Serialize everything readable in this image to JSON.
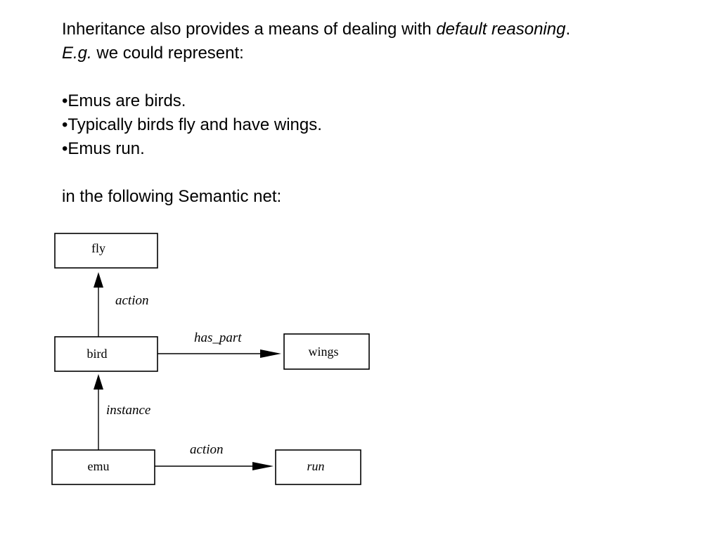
{
  "slide": {
    "intro_line1_prefix": "Inheritance also provides a means of dealing with ",
    "intro_line1_emphasis": "default reasoning",
    "intro_line1_suffix": ".",
    "intro_line2_emphasis": "E.g.",
    "intro_line2_rest": " we could represent:",
    "bullets": [
      "•Emus are birds.",
      "•Typically birds fly and have wings.",
      "•Emus run."
    ],
    "outro": "in the following Semantic net:"
  },
  "semantic_net": {
    "nodes": {
      "fly": "fly",
      "bird": "bird",
      "wings": "wings",
      "emu": "emu",
      "run": "run"
    },
    "edges": {
      "bird_fly": "action",
      "bird_wings": "has_part",
      "emu_bird": "instance",
      "emu_run": "action"
    }
  }
}
